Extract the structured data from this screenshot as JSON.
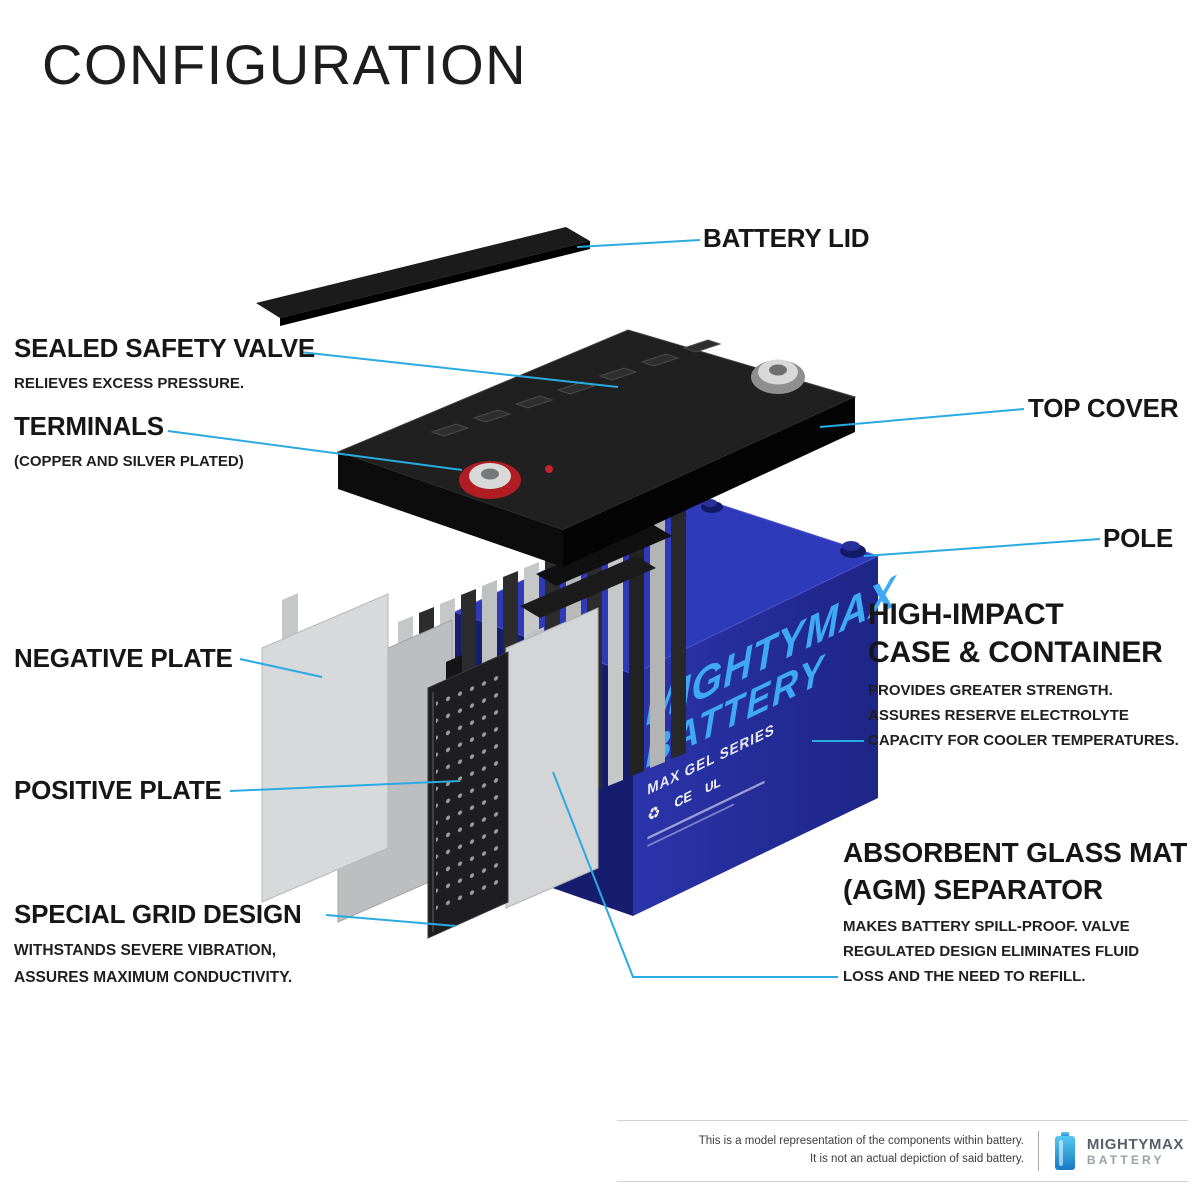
{
  "page": {
    "title": "CONFIGURATION"
  },
  "colors": {
    "accent": "#29ABE2",
    "case_blue": "#2A35AE",
    "cover_black": "#1f1f1f",
    "text": "#1a1a1a"
  },
  "callouts": {
    "battery_lid": {
      "title": "BATTERY LID"
    },
    "sealed_safety_valve": {
      "title": "SEALED SAFETY VALVE",
      "desc": [
        "RELIEVES EXCESS PRESSURE."
      ]
    },
    "terminals": {
      "title": "TERMINALS",
      "desc": [
        "(COPPER AND SILVER PLATED)"
      ]
    },
    "top_cover": {
      "title": "TOP COVER"
    },
    "pole": {
      "title": "POLE"
    },
    "high_impact_case": {
      "title": [
        "HIGH-IMPACT",
        "CASE & CONTAINER"
      ],
      "desc": [
        "PROVIDES GREATER STRENGTH.",
        "ASSURES RESERVE ELECTROLYTE",
        "CAPACITY FOR COOLER TEMPERATURES."
      ]
    },
    "negative_plate": {
      "title": "NEGATIVE PLATE"
    },
    "positive_plate": {
      "title": "POSITIVE PLATE"
    },
    "special_grid_design": {
      "title": "SPECIAL GRID DESIGN",
      "desc": [
        "WITHSTANDS SEVERE VIBRATION,",
        "ASSURES MAXIMUM CONDUCTIVITY."
      ]
    },
    "agm_separator": {
      "title": [
        "ABSORBENT GLASS MAT",
        "(AGM) SEPARATOR"
      ],
      "desc": [
        "MAKES BATTERY SPILL-PROOF. VALVE",
        "REGULATED DESIGN ELIMINATES FLUID",
        "LOSS AND THE NEED TO REFILL."
      ]
    }
  },
  "battery_case": {
    "brand_line1": "MIGHTYMAX",
    "brand_line2": "BATTERY",
    "series_label": "MAX GEL SERIES",
    "badges": [
      "♻",
      "CE",
      "UL"
    ]
  },
  "footer": {
    "disclaimer": [
      "This is a model representation of the components within battery.",
      "It is not an actual depiction of said battery."
    ],
    "brand_line1": "MIGHTYMAX",
    "brand_line2": "BATTERY"
  }
}
